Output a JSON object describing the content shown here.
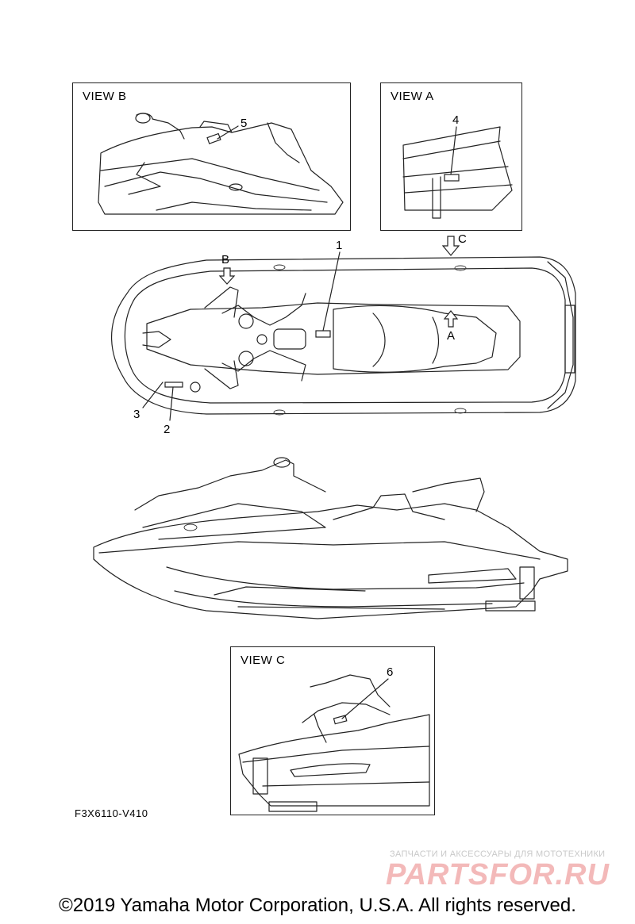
{
  "views": {
    "b": {
      "title": "VIEW B"
    },
    "a": {
      "title": "VIEW A"
    },
    "c": {
      "title": "VIEW C"
    }
  },
  "callouts": [
    "1",
    "2",
    "3",
    "4",
    "5",
    "6"
  ],
  "view_arrows": {
    "a": "A",
    "b": "B",
    "c": "C"
  },
  "diagram_code": "F3X6110-V410",
  "watermark": {
    "tagline": "ЗАПЧАСТИ И АКСЕССУАРЫ ДЛЯ МОТОТЕХНИКИ",
    "logo": "PARTSFOR.RU"
  },
  "copyright": "©2019 Yamaha Motor Corporation, U.S.A. All rights reserved."
}
